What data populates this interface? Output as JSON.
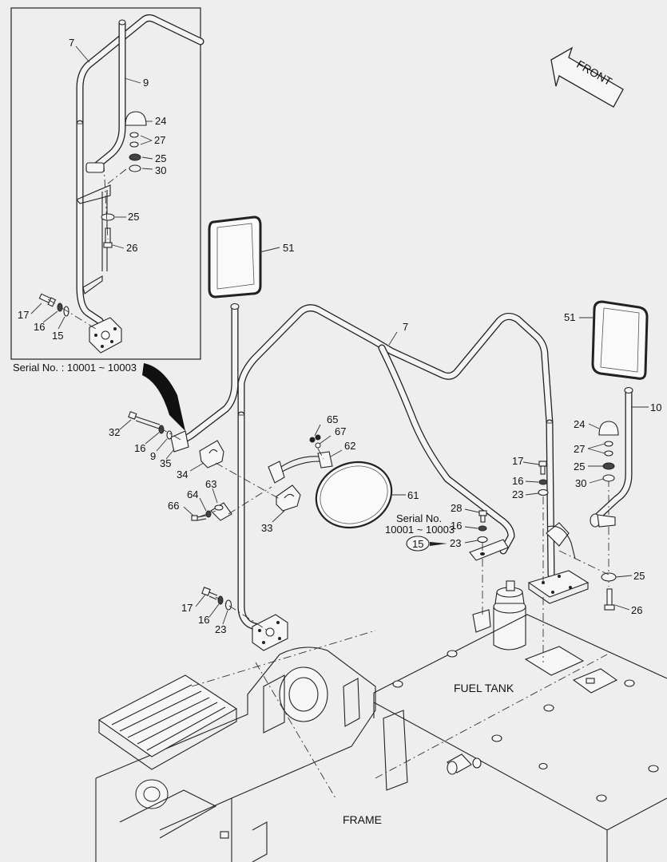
{
  "inset": {
    "serial_note": "Serial No. : 10001 ~ 10003",
    "labels": {
      "l7": "7",
      "l9": "9",
      "l24": "24",
      "l27": "27",
      "l25a": "25",
      "l30": "30",
      "l25b": "25",
      "l26": "26",
      "l17": "17",
      "l16": "16",
      "l15": "15"
    }
  },
  "main": {
    "front_arrow": "FRONT",
    "fuel_tank": "FUEL TANK",
    "frame": "FRAME",
    "serial_note_line1": "Serial No.",
    "serial_note_line2": "10001 ~ 10003",
    "labels": {
      "l51a": "51",
      "l51b": "51",
      "l7": "7",
      "l10": "10",
      "l32": "32",
      "l16a": "16",
      "l9": "9",
      "l35": "35",
      "l34": "34",
      "l65": "65",
      "l67": "67",
      "l62": "62",
      "l61": "61",
      "l63": "63",
      "l64": "64",
      "l66": "66",
      "l33": "33",
      "l17a": "17",
      "l16b": "16",
      "l23a": "23",
      "l28": "28",
      "l16c": "16",
      "l23b": "23",
      "l15": "15",
      "l17b": "17",
      "l16d": "16",
      "l23c": "23",
      "l24": "24",
      "l27": "27",
      "l25a": "25",
      "l30": "30",
      "l25b": "25",
      "l26": "26"
    }
  }
}
